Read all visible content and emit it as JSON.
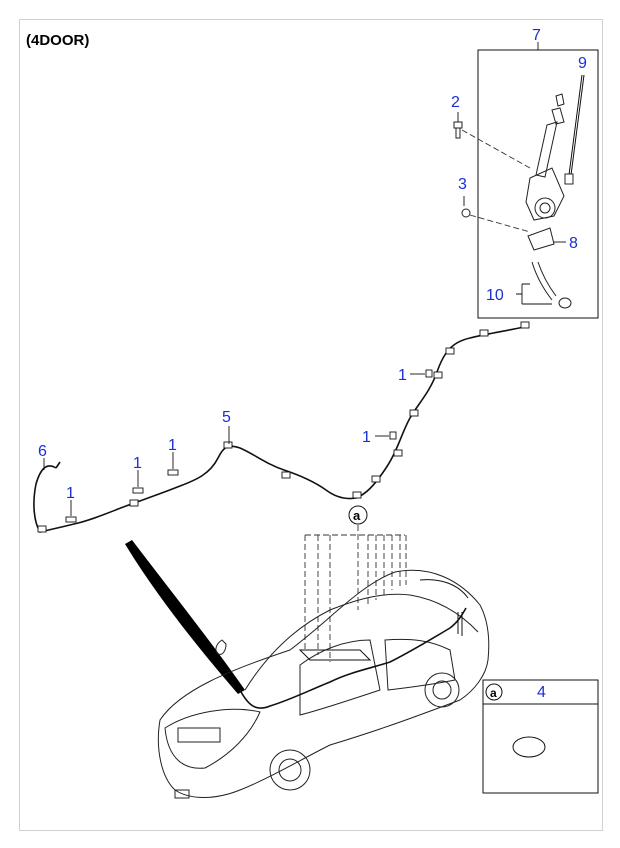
{
  "diagram": {
    "title": "(4DOOR)",
    "callouts": {
      "c1": "1",
      "c2": "2",
      "c3": "3",
      "c4": "4",
      "c5": "5",
      "c6": "6",
      "c7": "7",
      "c8": "8",
      "c9": "9",
      "c10": "10"
    },
    "detail_marker": "a",
    "detail_box_marker": "a",
    "detail_box_number": "4"
  }
}
